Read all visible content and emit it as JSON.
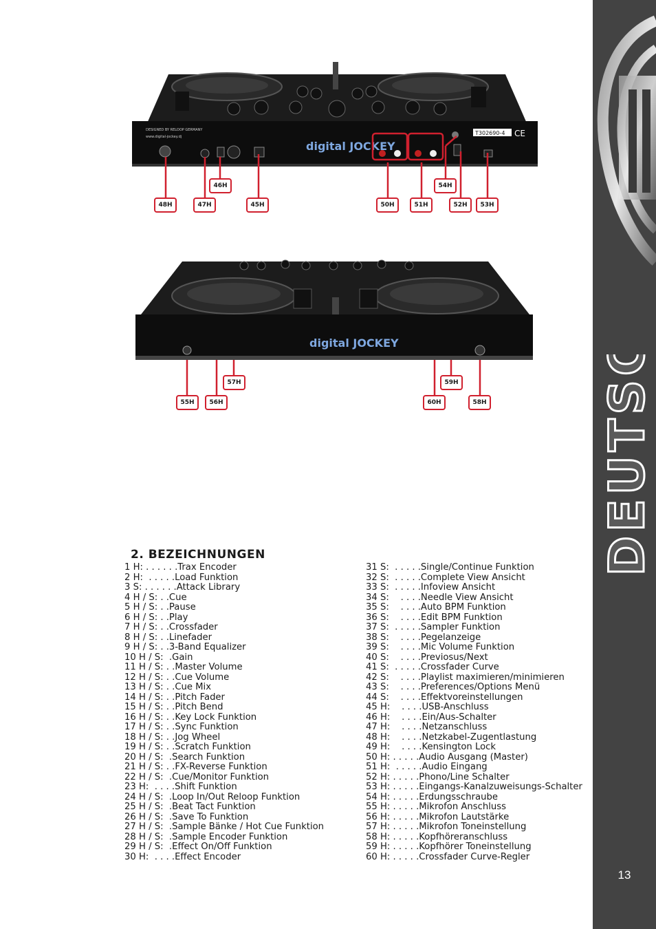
{
  "side": {
    "label": "DEUTSCH",
    "page_number": "13"
  },
  "rear_view": {
    "brand_text": "DESIGNED BY RELOOP GERMANY",
    "website": "www.digital-jockey.dj",
    "logo": "digital JOCKEY",
    "serial": "T302690-4",
    "callouts": [
      "48H",
      "47H",
      "46H",
      "45H",
      "50H",
      "51H",
      "52H",
      "53H",
      "54H"
    ]
  },
  "front_view": {
    "logo": "digital JOCKEY",
    "callouts": [
      "55H",
      "56H",
      "57H",
      "60H",
      "59H",
      "58H"
    ]
  },
  "section": {
    "title": "2. BEZEICHNUNGEN"
  },
  "left_items": [
    {
      "key": "1 H:",
      "dots": " . . . . . .",
      "label": "Trax Encoder"
    },
    {
      "key": "2 H:",
      "dots": "  . . . . .",
      "label": "Load Funktion"
    },
    {
      "key": "3 S:",
      "dots": " . . . . . .",
      "label": "Attack Library"
    },
    {
      "key": "4 H / S:",
      "dots": " . .",
      "label": "Cue"
    },
    {
      "key": "5 H / S:",
      "dots": " . .",
      "label": "Pause"
    },
    {
      "key": "6 H / S:",
      "dots": " . .",
      "label": "Play"
    },
    {
      "key": "7 H / S:",
      "dots": " . .",
      "label": "Crossfader"
    },
    {
      "key": "8 H / S:",
      "dots": " . .",
      "label": "Linefader"
    },
    {
      "key": "9 H / S:",
      "dots": " . .",
      "label": "3-Band Equalizer"
    },
    {
      "key": "10 H / S:",
      "dots": "  .",
      "label": "Gain"
    },
    {
      "key": "11 H / S:",
      "dots": " . .",
      "label": "Master Volume"
    },
    {
      "key": "12 H / S:",
      "dots": " . .",
      "label": "Cue Volume"
    },
    {
      "key": "13 H / S:",
      "dots": " . .",
      "label": "Cue Mix"
    },
    {
      "key": "14 H / S:",
      "dots": " . .",
      "label": "Pitch Fader"
    },
    {
      "key": "15 H / S:",
      "dots": " . .",
      "label": "Pitch Bend"
    },
    {
      "key": "16 H / S:",
      "dots": " . .",
      "label": "Key Lock Funktion"
    },
    {
      "key": "17 H / S:",
      "dots": " . .",
      "label": "Sync Funktion"
    },
    {
      "key": "18 H / S:",
      "dots": " . .",
      "label": "Jog Wheel"
    },
    {
      "key": "19 H / S:",
      "dots": " . .",
      "label": "Scratch Funktion"
    },
    {
      "key": "20 H / S:",
      "dots": "  .",
      "label": "Search Funktion"
    },
    {
      "key": "21 H / S:",
      "dots": " . .",
      "label": "FX-Reverse Funktion"
    },
    {
      "key": "22 H / S:",
      "dots": "  .",
      "label": "Cue/Monitor Funktion"
    },
    {
      "key": "23 H:",
      "dots": "  . . . .",
      "label": "Shift Funktion"
    },
    {
      "key": "24 H / S:",
      "dots": "  .",
      "label": "Loop In/Out Reloop Funktion"
    },
    {
      "key": "25 H / S:",
      "dots": "  .",
      "label": "Beat Tact Funktion"
    },
    {
      "key": "26 H / S:",
      "dots": "  .",
      "label": "Save To Funktion"
    },
    {
      "key": "27 H / S:",
      "dots": "  .",
      "label": "Sample Bänke / Hot Cue Funktion"
    },
    {
      "key": "28 H / S:",
      "dots": "  .",
      "label": "Sample Encoder Funktion"
    },
    {
      "key": "29 H / S:",
      "dots": "  .",
      "label": "Effect On/Off Funktion"
    },
    {
      "key": "30 H:",
      "dots": "  . . . .",
      "label": "Effect Encoder"
    }
  ],
  "right_items": [
    {
      "key": "31 S:",
      "dots": "  . . . . .",
      "label": "Single/Continue Funktion"
    },
    {
      "key": "32 S:",
      "dots": "  . . . . .",
      "label": "Complete View Ansicht"
    },
    {
      "key": "33 S:",
      "dots": "  . . . . .",
      "label": "Infoview Ansicht"
    },
    {
      "key": "34 S:",
      "dots": "    . . . .",
      "label": "Needle View Ansicht"
    },
    {
      "key": "35 S:",
      "dots": "    . . . .",
      "label": "Auto BPM Funktion"
    },
    {
      "key": "36 S:",
      "dots": "    . . . .",
      "label": "Edit BPM Funktion"
    },
    {
      "key": "37 S:",
      "dots": "  . . . . .",
      "label": "Sampler Funktion"
    },
    {
      "key": "38 S:",
      "dots": "    . . . .",
      "label": "Pegelanzeige"
    },
    {
      "key": "39 S:",
      "dots": "    . . . .",
      "label": "Mic Volume Funktion"
    },
    {
      "key": "40 S:",
      "dots": "    . . . .",
      "label": "Previosus/Next"
    },
    {
      "key": "41 S:",
      "dots": "  . . . . .",
      "label": "Crossfader Curve"
    },
    {
      "key": "42 S:",
      "dots": "    . . . .",
      "label": "Playlist maximieren/minimieren"
    },
    {
      "key": "43 S:",
      "dots": "    . . . .",
      "label": "Preferences/Options Menü"
    },
    {
      "key": "44 S:",
      "dots": "    . . . .",
      "label": "Effektvoreinstellungen"
    },
    {
      "key": "45 H:",
      "dots": "    . . . .",
      "label": "USB-Anschluss"
    },
    {
      "key": "46 H:",
      "dots": "    . . . .",
      "label": "Ein/Aus-Schalter"
    },
    {
      "key": "47 H:",
      "dots": "    . . . .",
      "label": "Netzanschluss"
    },
    {
      "key": "48 H:",
      "dots": "    . . . .",
      "label": "Netzkabel-Zugentlastung"
    },
    {
      "key": "49 H:",
      "dots": "    . . . .",
      "label": "Kensington Lock"
    },
    {
      "key": "50 H:",
      "dots": " . . . . .",
      "label": "Audio Ausgang (Master)"
    },
    {
      "key": "51 H:",
      "dots": "  . . . . .",
      "label": "Audio Eingang"
    },
    {
      "key": "52 H:",
      "dots": " . . . . .",
      "label": "Phono/Line Schalter"
    },
    {
      "key": "53 H:",
      "dots": " . . . . .",
      "label": "Eingangs-Kanalzuweisungs-Schalter"
    },
    {
      "key": "54 H:",
      "dots": " . . . . .",
      "label": "Erdungsschraube"
    },
    {
      "key": "55 H:",
      "dots": " . . . . .",
      "label": "Mikrofon Anschluss"
    },
    {
      "key": "56 H:",
      "dots": " . . . . .",
      "label": "Mikrofon Lautstärke"
    },
    {
      "key": "57 H:",
      "dots": " . . . . .",
      "label": "Mikrofon Toneinstellung"
    },
    {
      "key": "58 H:",
      "dots": " . . . . .",
      "label": "Kopfhöreranschluss"
    },
    {
      "key": "59 H:",
      "dots": " . . . . .",
      "label": "Kopfhörer Toneinstellung"
    },
    {
      "key": "60 H:",
      "dots": " . . . . .",
      "label": "Crossfader Curve-Regler"
    }
  ]
}
